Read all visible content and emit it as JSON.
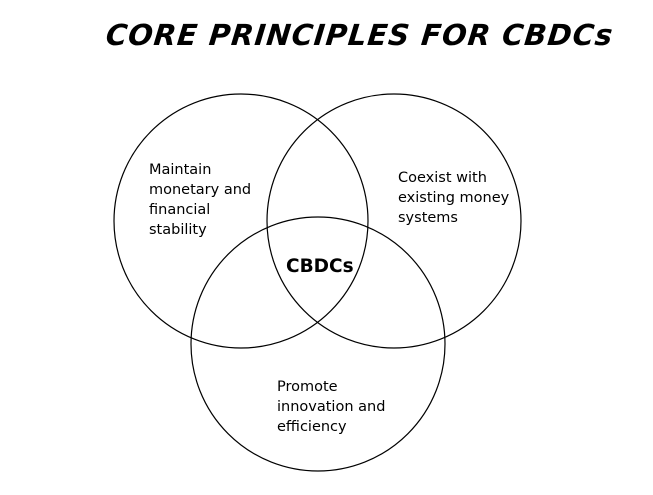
{
  "title": "CORE PRINCIPLES FOR CBDCs",
  "center": "CBDCs",
  "circles": [
    {
      "id": "stability",
      "text": "Maintain\nmonetary and\nfinancial\nstability"
    },
    {
      "id": "coexist",
      "text": "Coexist with\nexisting money\nsystems"
    },
    {
      "id": "innovation",
      "text": "Promote\ninnovation and\nefficiency"
    }
  ],
  "colors": {
    "stroke": "#000000",
    "background": "#ffffff"
  }
}
